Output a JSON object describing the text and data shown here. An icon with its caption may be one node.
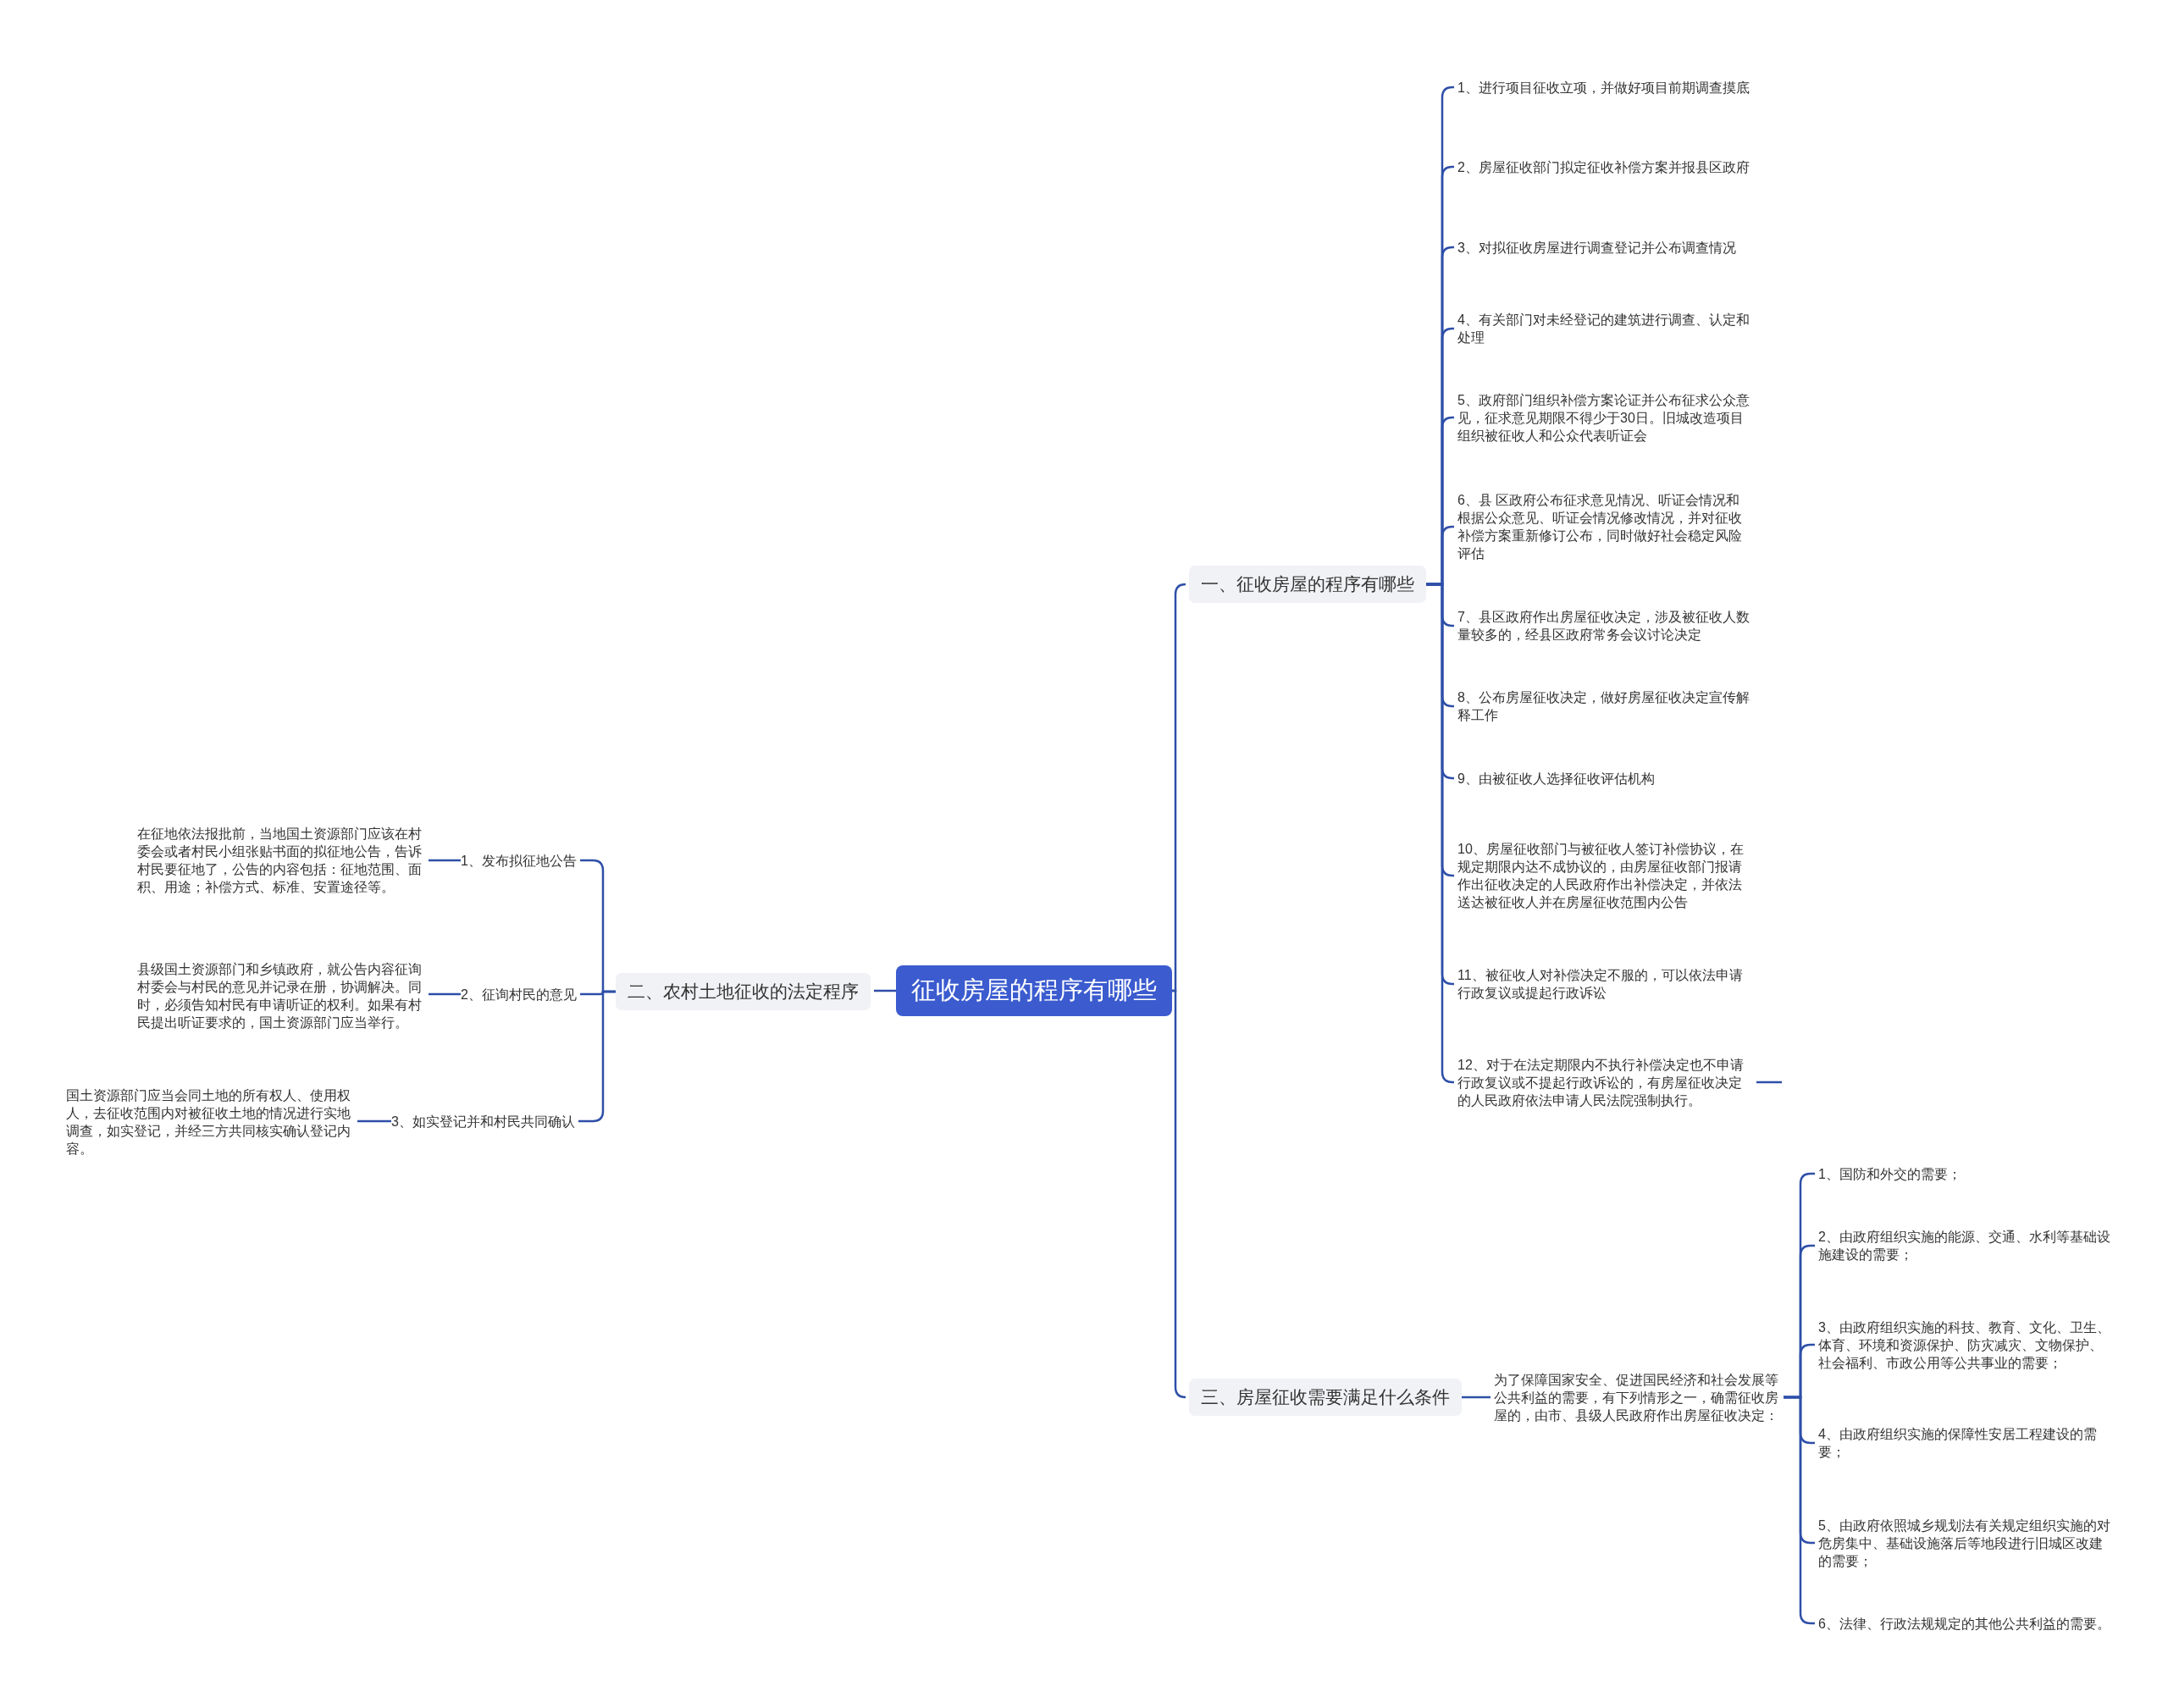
{
  "diagram": {
    "nodes": [
      {
        "text": [
          "征收房屋的程序有哪些"
        ]
      },
      {
        "text": [
          "一、征收房屋的程序有哪些"
        ]
      },
      {
        "text": [
          "1、进行项目征收立项，并做好项目前期调查摸底"
        ]
      },
      {
        "text": [
          "2、房屋征收部门拟定征收补偿方案并报县区政府"
        ]
      },
      {
        "text": [
          "3、对拟征收房屋进行调查登记并公布调查情况"
        ]
      },
      {
        "text": [
          "4、有关部门对未经登记的建筑进行调查、认定和处理"
        ]
      },
      {
        "text": [
          "5、政府部门组织补偿方案论证并公布征求公众意见，征求意见期限不得少于30日。旧城改造项目组织被征收人和公众代表听证会"
        ]
      },
      {
        "text": [
          "6、县 区政府公布征求意见情况、听证会情况和根据公众意见、听证会情况修改情况，并对征收补偿方案重新修订公布，同时做好社会稳定风险评估"
        ]
      },
      {
        "text": [
          "7、县区政府作出房屋征收决定，涉及被征收人数量较多的，经县区政府常务会议讨论决定"
        ]
      },
      {
        "text": [
          "8、公布房屋征收决定，做好房屋征收决定宣传解释工作"
        ]
      },
      {
        "text": [
          "9、由被征收人选择征收评估机构"
        ]
      },
      {
        "text": [
          "10、房屋征收部门与被征收人签订补偿协议，在规定期限内达不成协议的，由房屋征收部门报请作出征收决定的人民政府作出补偿决定，并依法送达被征收人并在房屋征收范围内公告"
        ]
      },
      {
        "text": [
          "11、被征收人对补偿决定不服的，可以依法申请行政复议或提起行政诉讼"
        ]
      },
      {
        "text": [
          "12、对于在法定期限内不执行补偿决定也不申请行政复议或不提起行政诉讼的，有房屋征收决定的人民政府依法申请人民法院强制执行。"
        ]
      },
      {
        "text": [
          "二、农村土地征收的法定程序"
        ]
      },
      {
        "text": [
          "1、发布拟征地公告"
        ]
      },
      {
        "text": [
          "在征地依法报批前，当地国土资源部门应该在村委会或者村民小组张贴书面的拟征地公告，告诉村民要征地了，公告的内容包括：征地范围、面积、用途；补偿方式、标准、安置途径等。"
        ]
      },
      {
        "text": [
          "2、征询村民的意见"
        ]
      },
      {
        "text": [
          "县级国土资源部门和乡镇政府，就公告内容征询村委会与村民的意见并记录在册，协调解决。同时，必须告知村民有申请听证的权利。如果有村民提出听证要求的，国土资源部门应当举行。"
        ]
      },
      {
        "text": [
          "3、如实登记并和村民共同确认"
        ]
      },
      {
        "text": [
          "国土资源部门应当会同土地的所有权人、使用权人，去征收范围内对被征收土地的情况进行实地调查，如实登记，并经三方共同核实确认登记内容。"
        ]
      },
      {
        "text": [
          "三、房屋征收需要满足什么条件"
        ]
      },
      {
        "text": [
          "为了保障国家安全、促进国民经济和社会发展等公共利益的需要，有下列情形之一，确需征收房屋的，由市、县级人民政府作出房屋征收决定："
        ]
      },
      {
        "text": [
          "1、国防和外交的需要；"
        ]
      },
      {
        "text": [
          "2、由政府组织实施的能源、交通、水利等基础设施建设的需要；"
        ]
      },
      {
        "text": [
          "3、由政府组织实施的科技、教育、文化、卫生、体育、环境和资源保护、防灾减灾、文物保护、社会福利、市政公用等公共事业的需要；"
        ]
      },
      {
        "text": [
          "4、由政府组织实施的保障性安居工程建设的需要；"
        ]
      },
      {
        "text": [
          "5、由政府依照城乡规划法有关规定组织实施的对危房集中、基础设施落后等地段进行旧城区改建的需要；"
        ]
      },
      {
        "text": [
          "6、法律、行政法规规定的其他公共利益的需要。"
        ]
      }
    ],
    "edges": [
      {
        "from": 0,
        "to": 1,
        "arrow": "none"
      },
      {
        "from": 1,
        "to": 2,
        "arrow": "none"
      },
      {
        "from": 1,
        "to": 3,
        "arrow": "none"
      },
      {
        "from": 1,
        "to": 4,
        "arrow": "none"
      },
      {
        "from": 1,
        "to": 5,
        "arrow": "none"
      },
      {
        "from": 1,
        "to": 6,
        "arrow": "none"
      },
      {
        "from": 1,
        "to": 7,
        "arrow": "none"
      },
      {
        "from": 1,
        "to": 8,
        "arrow": "none"
      },
      {
        "from": 1,
        "to": 9,
        "arrow": "none"
      },
      {
        "from": 1,
        "to": 10,
        "arrow": "none"
      },
      {
        "from": 1,
        "to": 11,
        "arrow": "none"
      },
      {
        "from": 1,
        "to": 12,
        "arrow": "none"
      },
      {
        "from": 1,
        "to": 13,
        "arrow": "none"
      },
      {
        "from": 13,
        "to": null,
        "arrow": "none"
      },
      {
        "from": 0,
        "to": 14,
        "arrow": "none"
      },
      {
        "from": 14,
        "to": 15,
        "arrow": "none"
      },
      {
        "from": 14,
        "to": 17,
        "arrow": "none"
      },
      {
        "from": 14,
        "to": 19,
        "arrow": "none"
      },
      {
        "from": 15,
        "to": 16,
        "arrow": "none"
      },
      {
        "from": 17,
        "to": 18,
        "arrow": "none"
      },
      {
        "from": 19,
        "to": 20,
        "arrow": "none"
      },
      {
        "from": 0,
        "to": 21,
        "arrow": "none"
      },
      {
        "from": 21,
        "to": 22,
        "arrow": "none"
      },
      {
        "from": 22,
        "to": 23,
        "arrow": "none"
      },
      {
        "from": 22,
        "to": 24,
        "arrow": "none"
      },
      {
        "from": 22,
        "to": 25,
        "arrow": "none"
      },
      {
        "from": 22,
        "to": 26,
        "arrow": "none"
      },
      {
        "from": 22,
        "to": 27,
        "arrow": "none"
      },
      {
        "from": 22,
        "to": 28,
        "arrow": "none"
      }
    ]
  }
}
